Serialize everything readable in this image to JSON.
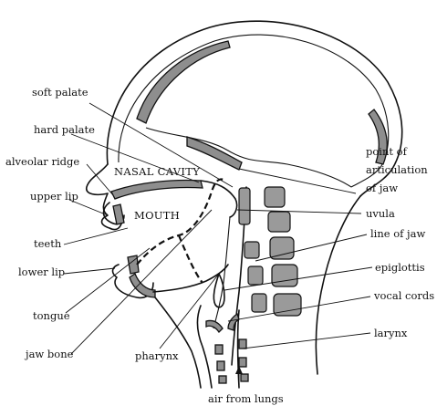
{
  "labels": {
    "soft_palate": "soft palate",
    "hard_palate": "hard palate",
    "alveolar_ridge": "alveolar ridge",
    "upper_lip": "upper lip",
    "teeth": "teeth",
    "lower_lip": "lower lip",
    "tongue": "tongue",
    "jaw_bone": "jaw bone",
    "pharynx": "pharynx",
    "nasal_cavity": "NASAL CAVITY",
    "mouth": "MOUTH",
    "point_of_articulation_line1": "point of",
    "point_of_articulation_line2": "articulation",
    "point_of_articulation_line3": "of jaw",
    "uvula": "uvula",
    "line_of_jaw": "line of jaw",
    "epiglottis": "epiglottis",
    "vocal_cords": "vocal cords",
    "larynx": "larynx",
    "air_from_lungs": "air from lungs"
  },
  "colors": {
    "ink": "#111111",
    "shading": "#8e8e8e",
    "background": "#ffffff"
  }
}
